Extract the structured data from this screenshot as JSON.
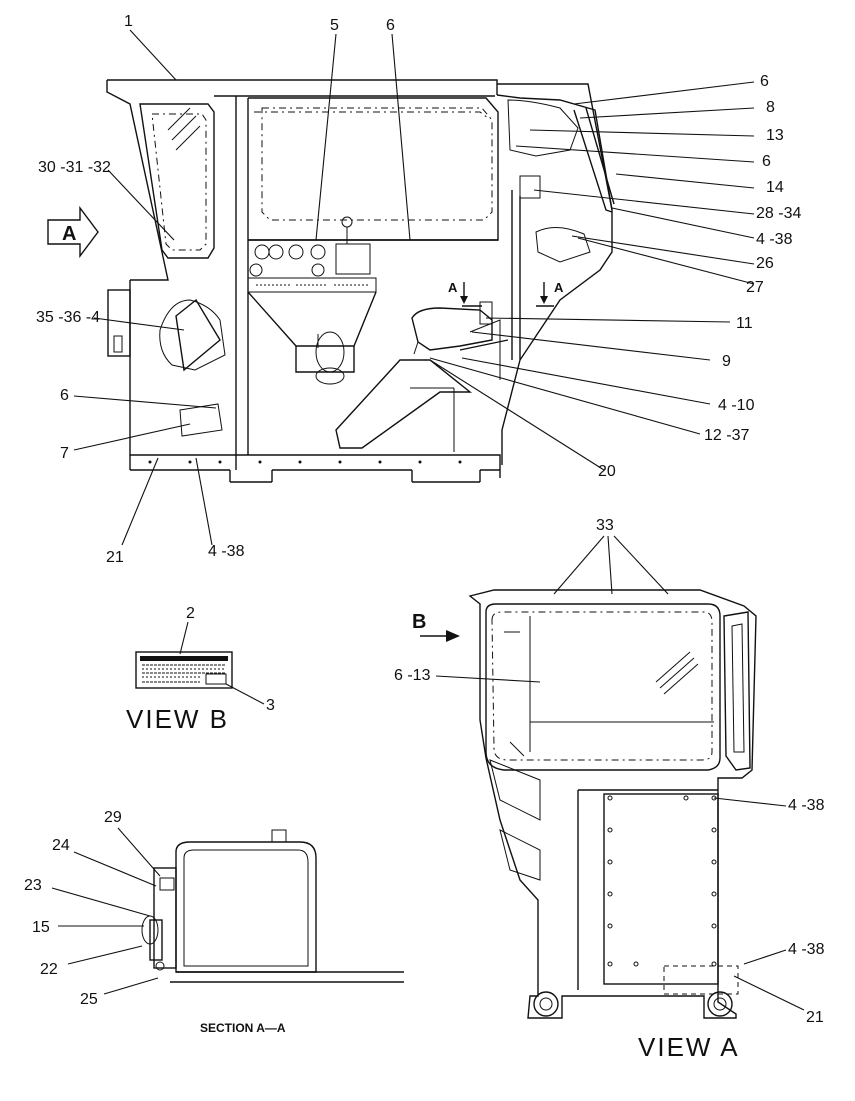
{
  "callouts_main": {
    "c1": "1",
    "c5": "5",
    "c6a": "6",
    "c6b": "6",
    "c8": "8",
    "c13": "13",
    "c6c": "6",
    "c14": "14",
    "c28_34": "28 -34",
    "c4_38a": "4 -38",
    "c26": "26",
    "c27": "27",
    "c11": "11",
    "c9": "9",
    "c4_10": "4 -10",
    "c12_37": "12 -37",
    "c20": "20",
    "c30_31_32": "30 -31 -32",
    "c35_36_4": "35 -36 -4",
    "c6d": "6",
    "c7": "7",
    "c21": "21",
    "c4_38b": "4 -38"
  },
  "section_markers": {
    "a_left": "A",
    "a_right": "A",
    "arrow_a": "A",
    "arrow_b": "B"
  },
  "view_b": {
    "title": "VIEW  B",
    "c2": "2",
    "c3": "3"
  },
  "section_aa": {
    "title": "SECTION  A—A",
    "c29": "29",
    "c24": "24",
    "c23": "23",
    "c15": "15",
    "c22": "22",
    "c25": "25"
  },
  "view_a": {
    "title": "VIEW  A",
    "c33": "33",
    "c6_13": "6 -13",
    "c4_38a": "4 -38",
    "c4_38b": "4 -38",
    "c21": "21"
  }
}
